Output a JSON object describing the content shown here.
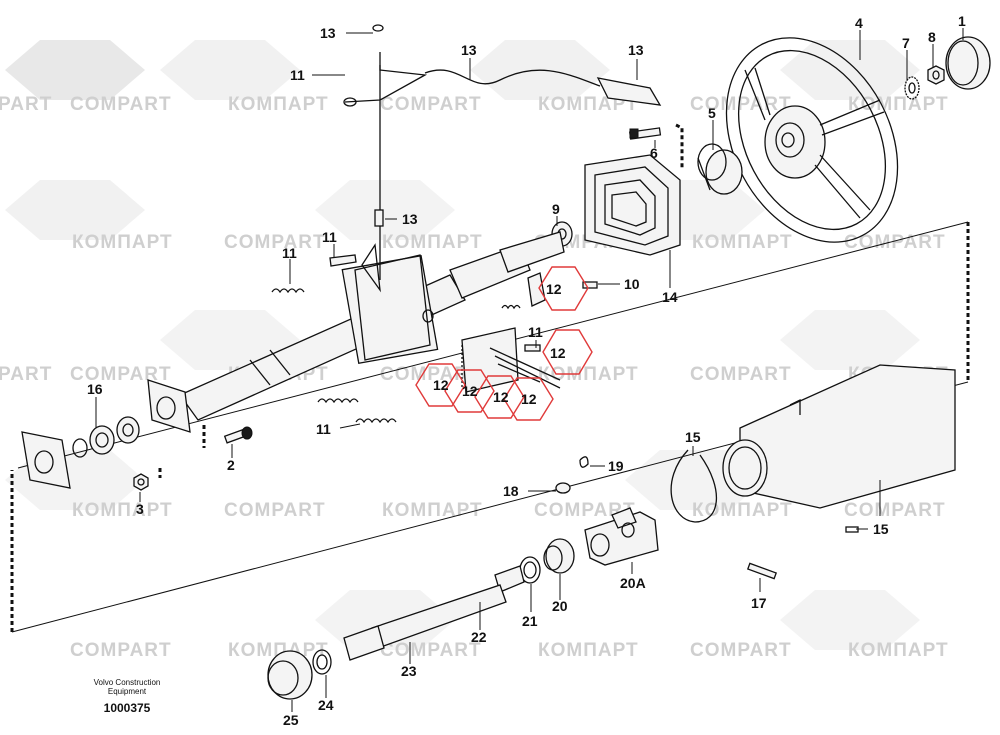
{
  "watermark": {
    "latin": "COMPART",
    "cyrillic": "КОМПАРТ",
    "partial": "PART",
    "partial_cyr": "ПАРТ"
  },
  "labels": {
    "l1": "1",
    "l2": "2",
    "l3": "3",
    "l4": "4",
    "l5": "5",
    "l6": "6",
    "l7": "7",
    "l8": "8",
    "l9": "9",
    "l10": "10",
    "l11a": "11",
    "l11b": "11",
    "l11c": "11",
    "l11d": "11",
    "l11e": "11",
    "l12a": "12",
    "l12b": "12",
    "l12c": "12",
    "l12d": "12",
    "l12e": "12",
    "l12f": "12",
    "l13a": "13",
    "l13b": "13",
    "l13c": "13",
    "l13d": "13",
    "l14": "14",
    "l15a": "15",
    "l15b": "15",
    "l16": "16",
    "l17": "17",
    "l18": "18",
    "l19": "19",
    "l20": "20",
    "l20a": "20A",
    "l21": "21",
    "l22": "22",
    "l23": "23",
    "l24": "24",
    "l25": "25"
  },
  "footer": {
    "brand_line1": "Volvo Construction",
    "brand_line2": "Equipment",
    "drawing_number": "1000375"
  },
  "colors": {
    "highlight": "#e03a3a",
    "watermark": "#cfcfcf",
    "ink": "#111111"
  }
}
